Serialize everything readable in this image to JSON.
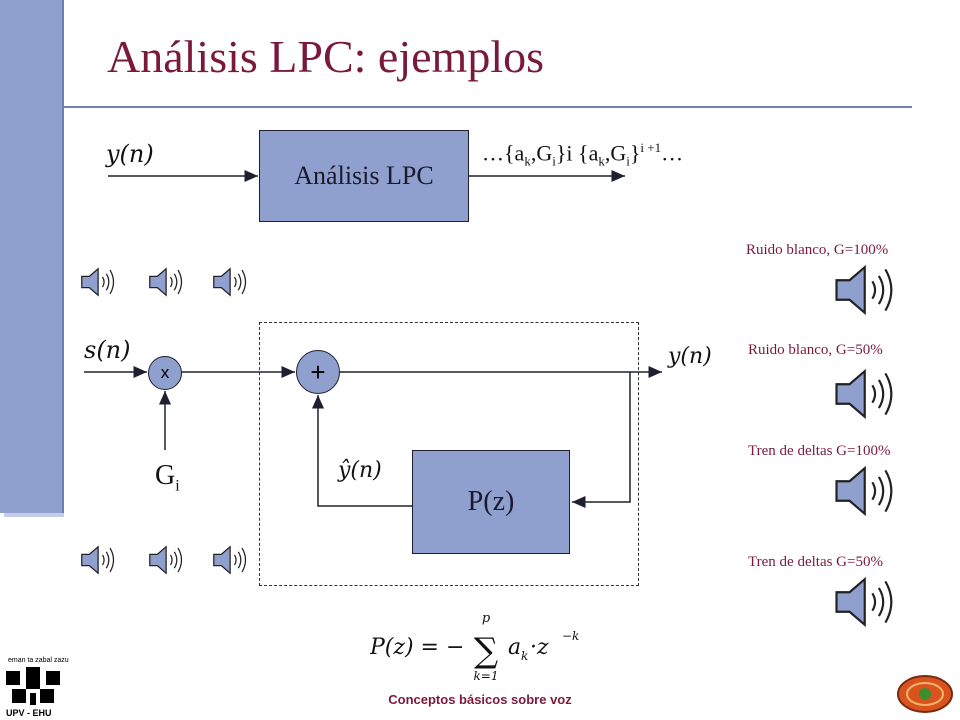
{
  "title": "Análisis LPC: ejemplos",
  "diagram": {
    "input_signal": "y(n)",
    "lpc_box_label": "Análisis LPC",
    "coef_output": {
      "prefix": "…{a",
      "sub_k": "k",
      "mid": ",G",
      "sub_i": "i",
      "close": "}i  {a",
      "sub_k2": "k",
      "mid2": ",G",
      "sub_i2": "i",
      "close2": "}",
      "sup": "i +1",
      "suffix": "…"
    },
    "source_signal": "s(n)",
    "multiplier_symbol": "x",
    "gain_label": "G",
    "gain_sub": "i",
    "adder_symbol": "+",
    "output_signal": "y(n)",
    "prediction_signal": "ŷ(n)",
    "predictor_box_label": "P(z)",
    "formula": {
      "lhs": "P(z) = −",
      "sum_top": "p",
      "sum_bottom": "k=1",
      "term": "a",
      "term_sub": "k",
      "term_rest": "·z",
      "term_sup": "−k"
    }
  },
  "audio_examples": [
    {
      "label": "Ruido blanco, G=100%"
    },
    {
      "label": "Ruido blanco, G=50%"
    },
    {
      "label": "Tren de deltas G=100%"
    },
    {
      "label": "Tren de deltas G=50%"
    }
  ],
  "footer": "Conceptos básicos sobre voz",
  "logo": {
    "line1": "eman ta zabal zazu",
    "line2": "UPV - EHU"
  },
  "colors": {
    "accent": "#7a1a3a",
    "box_fill": "#8f9fce",
    "bar": "#8f9fce"
  }
}
